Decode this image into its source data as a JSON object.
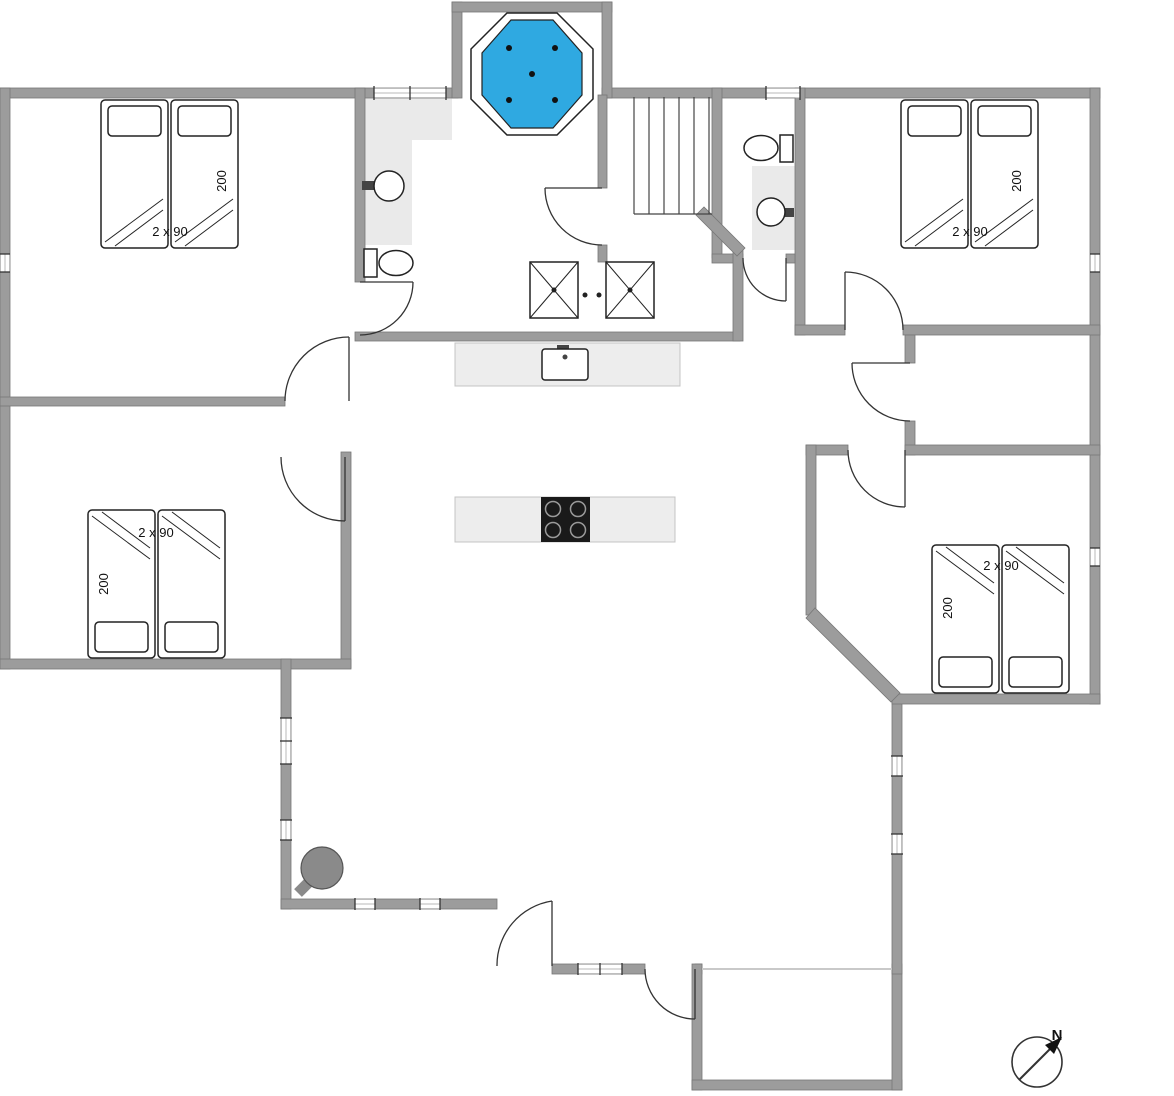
{
  "floorplan": {
    "bedrooms": {
      "top_left": {
        "bed_width": "2 x 90",
        "bed_length": "200"
      },
      "top_right": {
        "bed_width": "2 x 90",
        "bed_length": "200"
      },
      "mid_left": {
        "bed_width": "2 x 90",
        "bed_length": "200"
      },
      "right": {
        "bed_width": "2 x 90",
        "bed_length": "200"
      }
    },
    "compass": {
      "north": "N"
    },
    "colors": {
      "wall": "#9c9c9c",
      "spa_water": "#2fa9e1",
      "floor_tint": "#eaeaea",
      "counter": "#ededed",
      "cooktop": "#1a1a1a",
      "wood_stove": "#8a8a8a"
    },
    "fixtures": [
      "hot-tub",
      "shower-cabin",
      "toilet",
      "washbasin",
      "kitchen-sink",
      "cooktop",
      "staircase",
      "wood-stove",
      "compass-rose"
    ]
  }
}
